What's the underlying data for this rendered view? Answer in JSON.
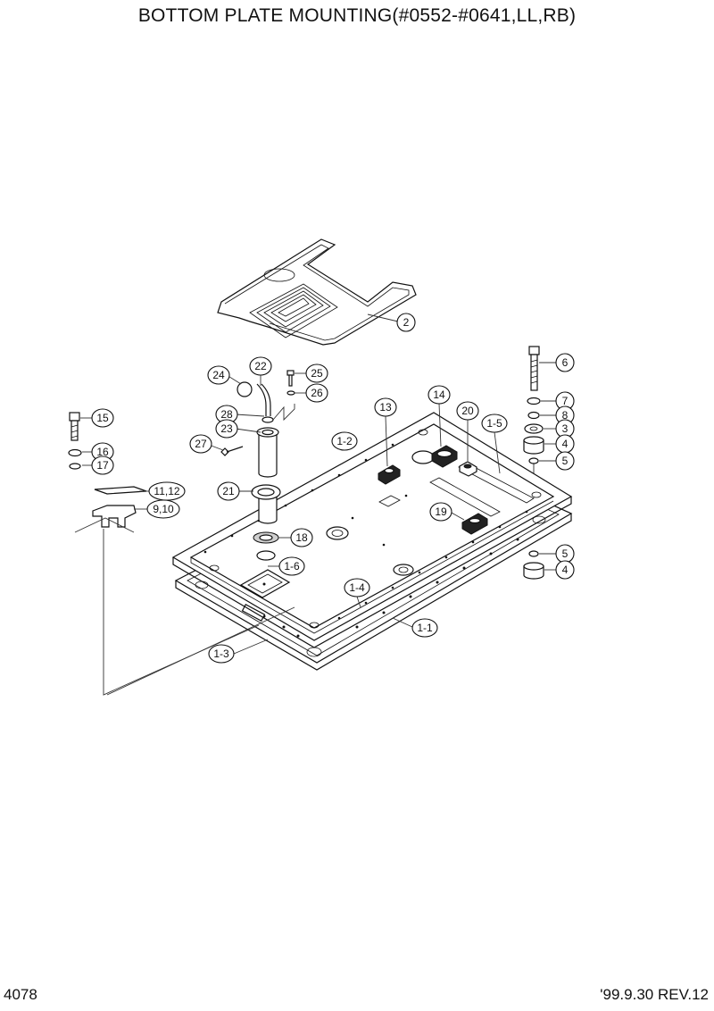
{
  "header": {
    "title": "BOTTOM PLATE MOUNTING(#0552-#0641,LL,RB)"
  },
  "footer": {
    "page_number": "4078",
    "revision": "'99.9.30 REV.12"
  },
  "callouts": [
    {
      "id": "c2",
      "label": "2"
    },
    {
      "id": "c6",
      "label": "6"
    },
    {
      "id": "c7",
      "label": "7"
    },
    {
      "id": "c8",
      "label": "8"
    },
    {
      "id": "c3",
      "label": "3"
    },
    {
      "id": "c4a",
      "label": "4"
    },
    {
      "id": "c5a",
      "label": "5"
    },
    {
      "id": "c5b",
      "label": "5"
    },
    {
      "id": "c4b",
      "label": "4"
    },
    {
      "id": "c24",
      "label": "24"
    },
    {
      "id": "c22",
      "label": "22"
    },
    {
      "id": "c25",
      "label": "25"
    },
    {
      "id": "c26",
      "label": "26"
    },
    {
      "id": "c28",
      "label": "28"
    },
    {
      "id": "c23",
      "label": "23"
    },
    {
      "id": "c27",
      "label": "27"
    },
    {
      "id": "c15",
      "label": "15"
    },
    {
      "id": "c16",
      "label": "16"
    },
    {
      "id": "c17",
      "label": "17"
    },
    {
      "id": "c1112",
      "label": "11,12"
    },
    {
      "id": "c910",
      "label": "9,10"
    },
    {
      "id": "c21",
      "label": "21"
    },
    {
      "id": "c18",
      "label": "18"
    },
    {
      "id": "c16b",
      "label": "1-6"
    },
    {
      "id": "c12b",
      "label": "1-2"
    },
    {
      "id": "c13",
      "label": "13"
    },
    {
      "id": "c14",
      "label": "14"
    },
    {
      "id": "c20",
      "label": "20"
    },
    {
      "id": "c15b",
      "label": "1-5"
    },
    {
      "id": "c19",
      "label": "19"
    },
    {
      "id": "c14b",
      "label": "1-4"
    },
    {
      "id": "c11b",
      "label": "1-1"
    },
    {
      "id": "c13b",
      "label": "1-3"
    }
  ]
}
